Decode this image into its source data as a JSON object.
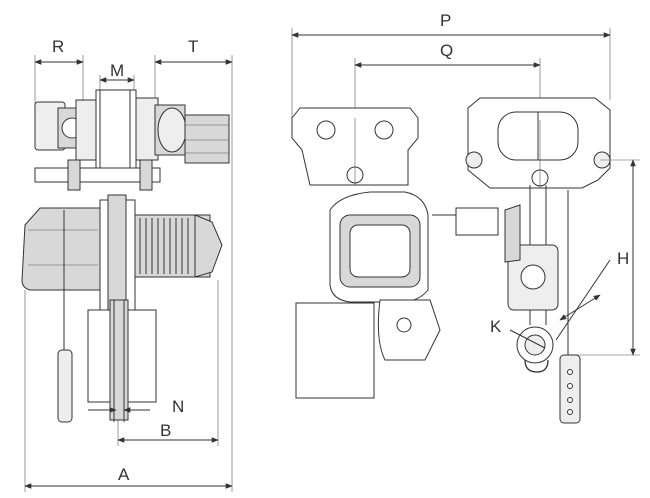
{
  "figure": {
    "labels": {
      "P": "P",
      "Q": "Q",
      "R": "R",
      "M": "M",
      "T": "T",
      "H": "H",
      "K": "K",
      "N": "N",
      "B": "B",
      "A": "A"
    },
    "colors": {
      "line": "#333333",
      "body_fill": "#d8d8d8",
      "light_fill": "#eeeeee"
    }
  }
}
